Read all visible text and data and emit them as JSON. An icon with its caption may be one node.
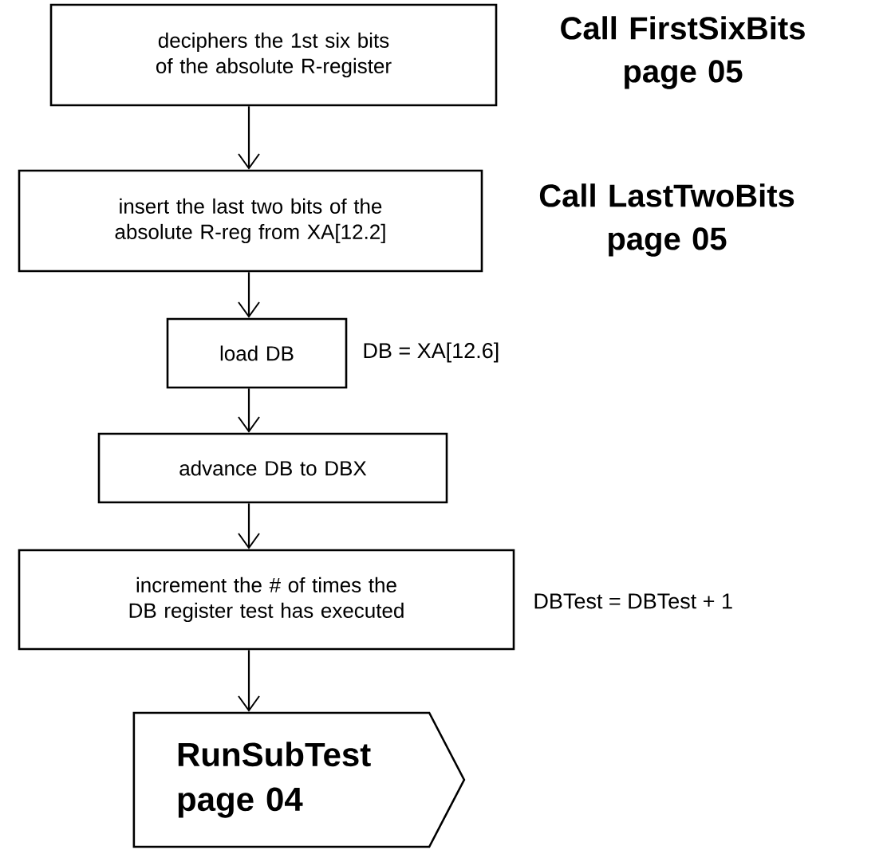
{
  "diagram": {
    "nodes": [
      {
        "text": [
          "deciphers the 1st six bits of the absolute R-register"
        ],
        "beside": [
          "Call FirstSixBits page 05"
        ]
      },
      {
        "text": [
          "insert the last two bits of the absolute R-reg from XA[12.2]"
        ],
        "beside": [
          "Call LastTwoBits page 05"
        ]
      },
      {
        "text": [
          "load DB"
        ],
        "beside": [
          "DB = XA[12.6]"
        ]
      },
      {
        "text": [
          "advance DB to DBX"
        ]
      },
      {
        "text": [
          "increment the # of times the DB register test has executed"
        ],
        "beside": [
          "DBTest = DBTest + 1"
        ]
      },
      {
        "text": [
          "RunSubTest page 04"
        ]
      }
    ],
    "edges": [
      {
        "from": 0,
        "to": 1,
        "arrow": "to"
      },
      {
        "from": 1,
        "to": 2,
        "arrow": "to"
      },
      {
        "from": 2,
        "to": 3,
        "arrow": "to"
      },
      {
        "from": 3,
        "to": 4,
        "arrow": "to"
      },
      {
        "from": 4,
        "to": 5,
        "arrow": "to"
      }
    ]
  }
}
